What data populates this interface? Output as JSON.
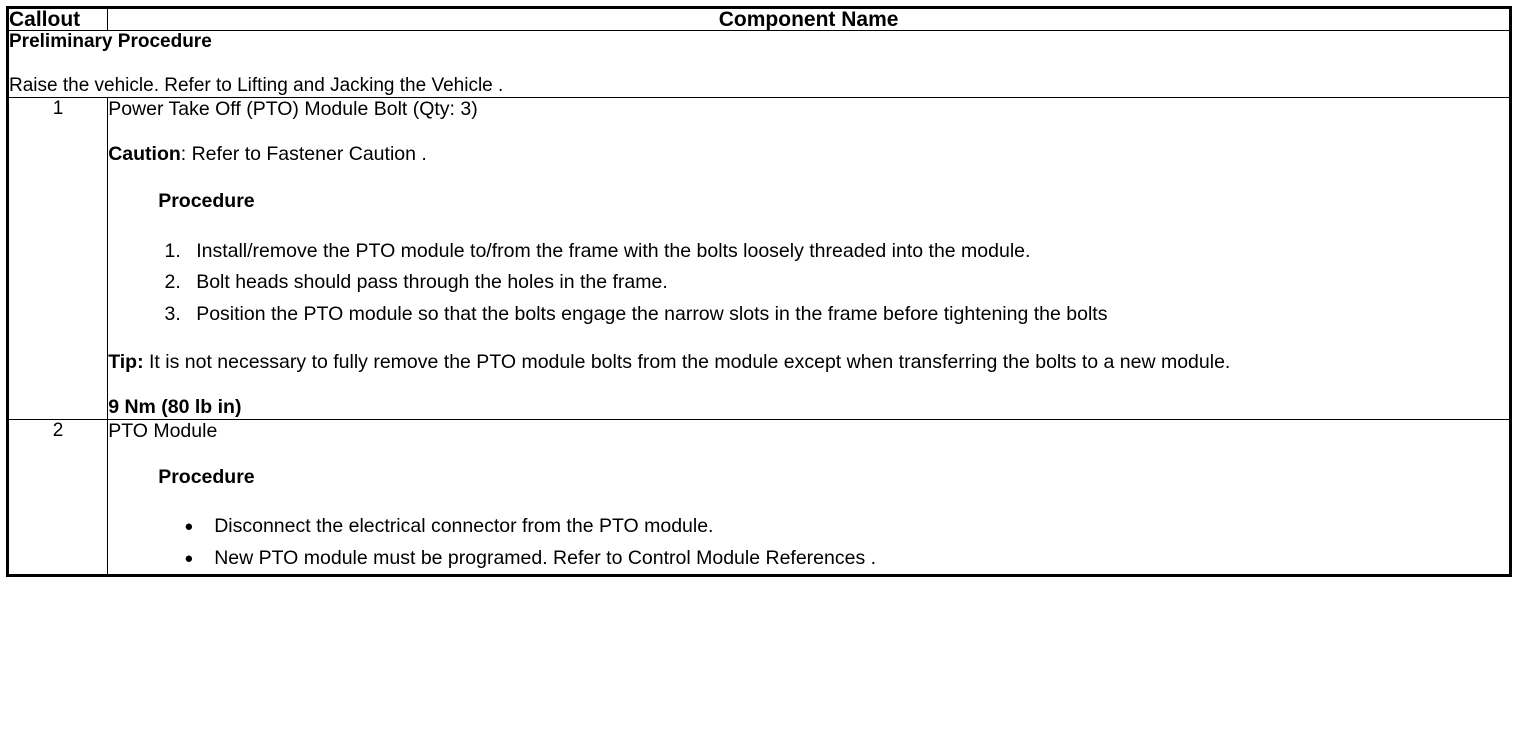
{
  "table": {
    "headers": {
      "callout": "Callout",
      "component_name": "Component Name"
    },
    "preliminary": {
      "title": "Preliminary Procedure",
      "text": "Raise the vehicle. Refer to Lifting and Jacking the Vehicle ."
    },
    "rows": [
      {
        "callout": "1",
        "component_name": "Power Take Off (PTO) Module Bolt (Qty: 3)",
        "caution_label": "Caution",
        "caution_text": ": Refer to Fastener Caution .",
        "procedure_heading": "Procedure",
        "steps": [
          "Install/remove the PTO module to/from the frame with the bolts loosely threaded into the module.",
          "Bolt heads should pass through the holes in the frame.",
          "Position the PTO module so that the bolts engage the narrow slots in the frame before tightening the bolts"
        ],
        "tip_label": "Tip:",
        "tip_text": " It is not necessary to fully remove the PTO module bolts from the module except when transferring the bolts to a new module.",
        "torque": "9 Nm (80 lb in)"
      },
      {
        "callout": "2",
        "component_name": "PTO Module",
        "procedure_heading": "Procedure",
        "bullets": [
          "Disconnect the electrical connector from the PTO module.",
          "New PTO module must be programed. Refer to Control Module References ."
        ]
      }
    ]
  },
  "colors": {
    "text": "#000000",
    "background": "#ffffff",
    "border": "#000000"
  }
}
